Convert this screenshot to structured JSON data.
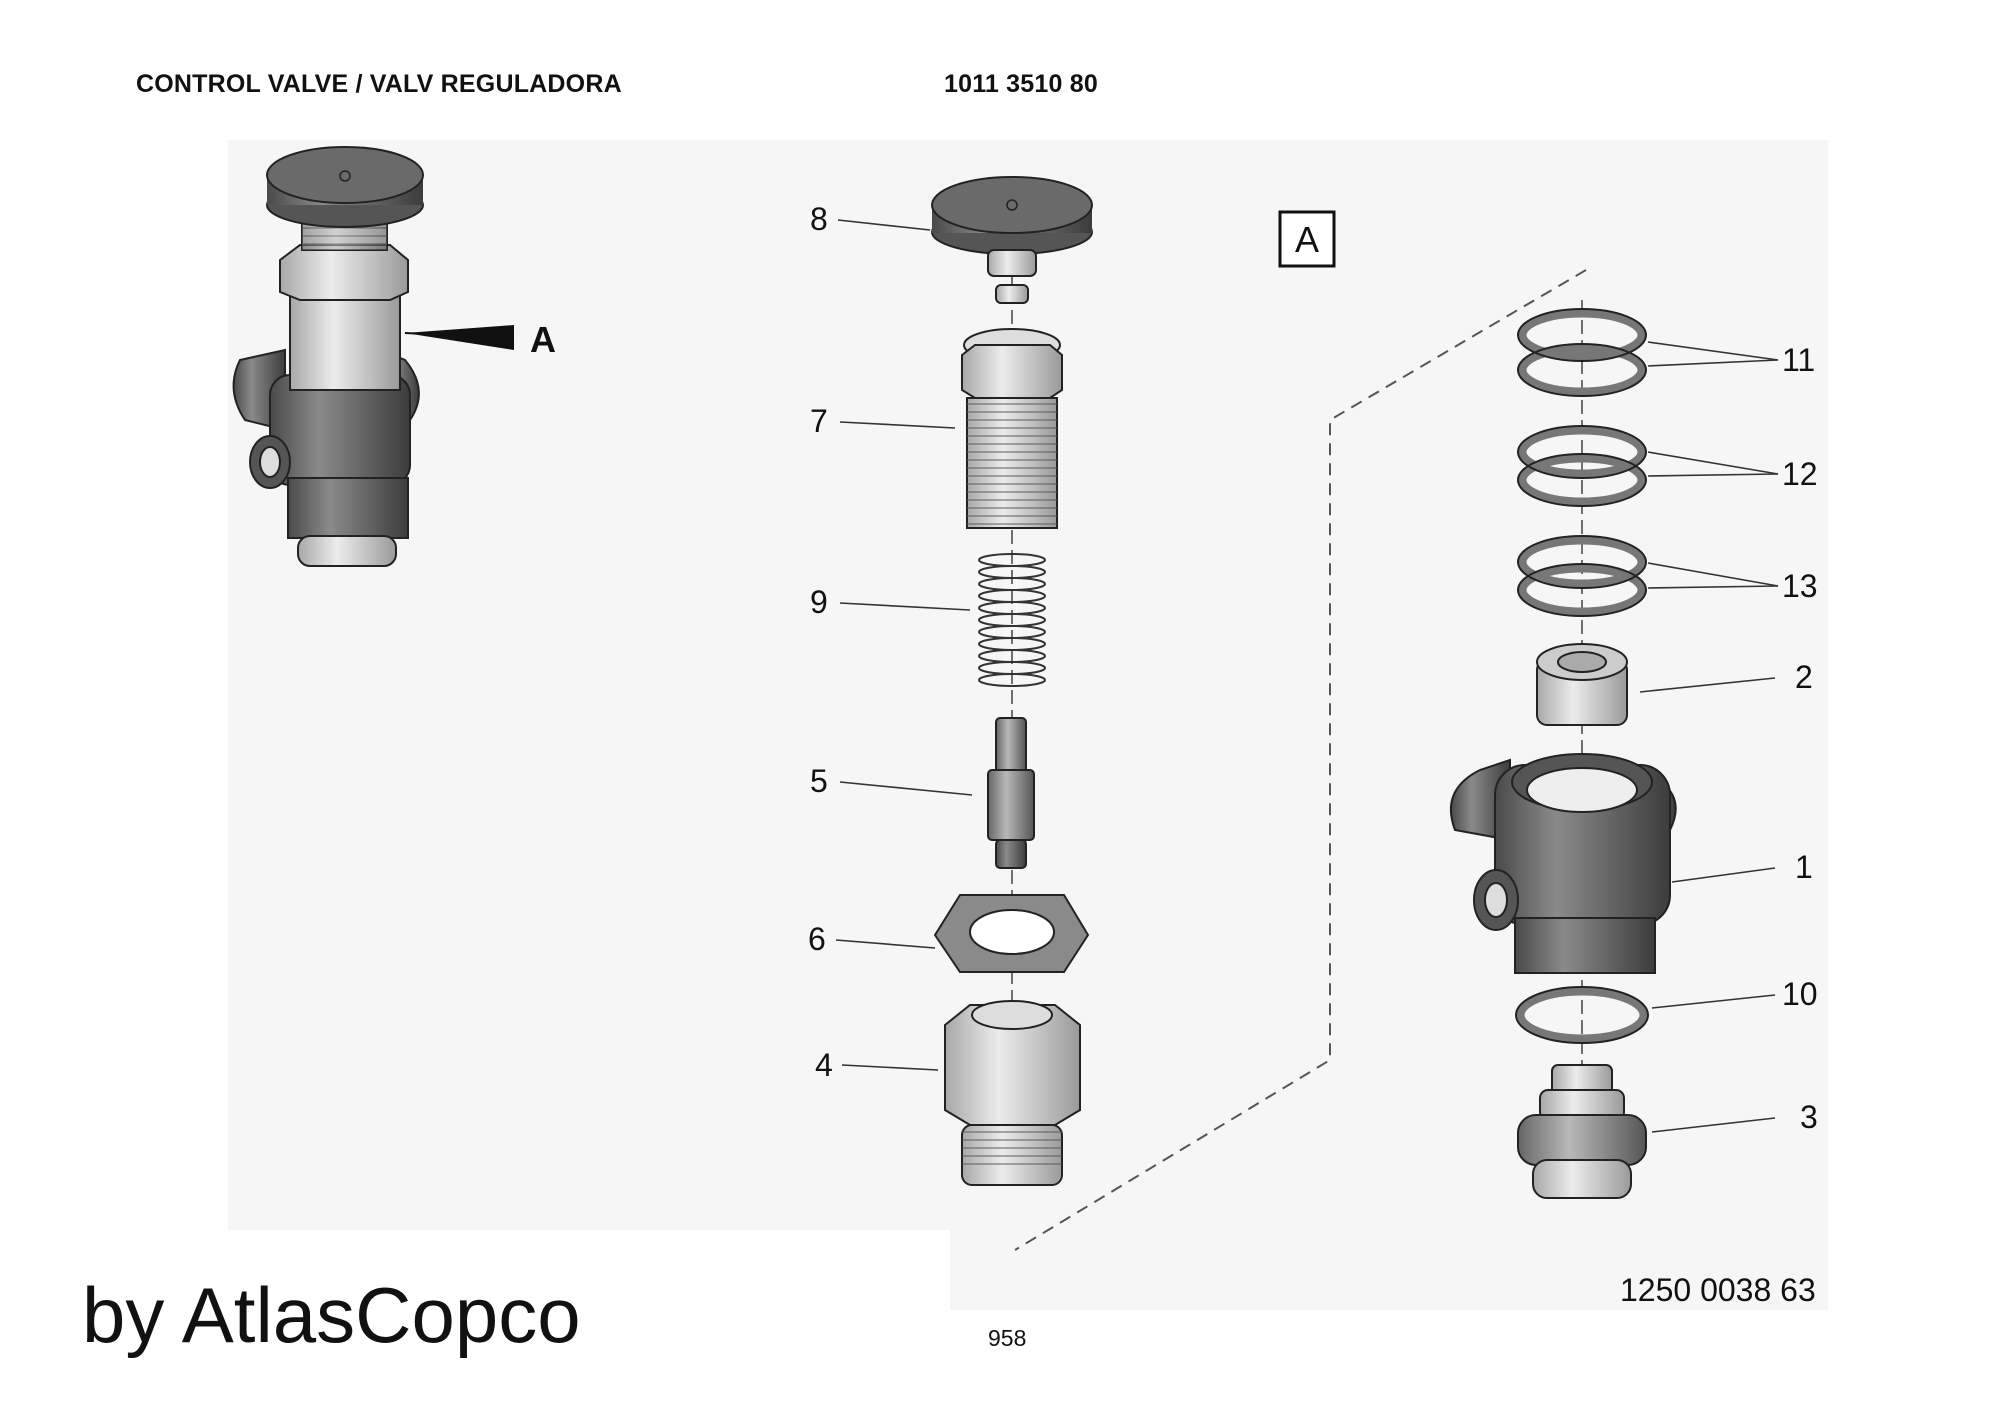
{
  "header": {
    "title": "CONTROL VALVE / VALV REGULADORA",
    "part_number": "1011 3510 80"
  },
  "view_label": "A",
  "detail_box_label": "A",
  "callouts": [
    "8",
    "7",
    "9",
    "5",
    "6",
    "4",
    "11",
    "12",
    "13",
    "2",
    "1",
    "10",
    "3"
  ],
  "footer": {
    "document_number": "1250 0038 63",
    "page_number": "958",
    "watermark": "by AtlasCopco"
  }
}
